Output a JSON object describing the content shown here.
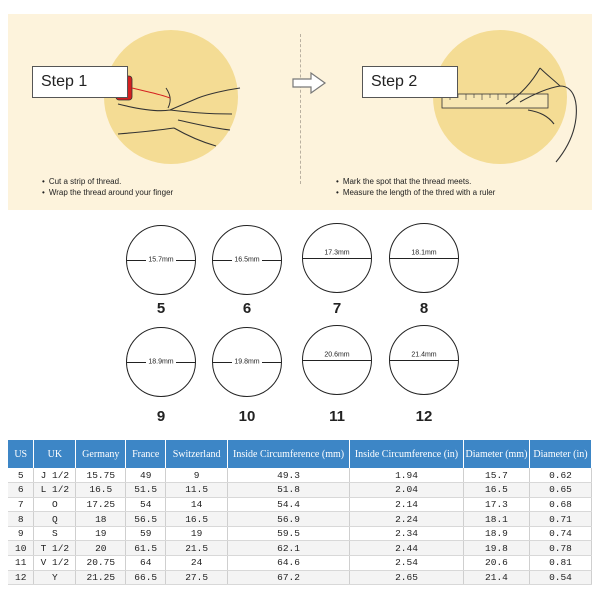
{
  "steps": {
    "step1": {
      "label": "Step 1",
      "bullets": [
        "Cut a strip of thread.",
        "Wrap the thread around your finger"
      ]
    },
    "step2": {
      "label": "Step 2",
      "bullets": [
        "Mark the spot that the thread meets.",
        "Measure the length of the thred with a ruler"
      ]
    },
    "icons": [
      "hand-with-thread-icon",
      "right-arrow-icon",
      "hand-with-ruler-icon"
    ]
  },
  "rings": [
    {
      "mm": "15.7mm",
      "size": "5"
    },
    {
      "mm": "16.5mm",
      "size": "6"
    },
    {
      "mm": "17.3mm",
      "size": "7"
    },
    {
      "mm": "18.1mm",
      "size": "8"
    },
    {
      "mm": "18.9mm",
      "size": "9"
    },
    {
      "mm": "19.8mm",
      "size": "10"
    },
    {
      "mm": "20.6mm",
      "size": "11"
    },
    {
      "mm": "21.4mm",
      "size": "12"
    }
  ],
  "table": {
    "headers": [
      "US",
      "UK",
      "Germany",
      "France",
      "Switzerland",
      "Inside Circumference (mm)",
      "Inside Circumference (in)",
      "Diameter (mm)",
      "Diameter (in)"
    ],
    "rows": [
      [
        "5",
        "J 1/2",
        "15.75",
        "49",
        "9",
        "49.3",
        "1.94",
        "15.7",
        "0.62"
      ],
      [
        "6",
        "L 1/2",
        "16.5",
        "51.5",
        "11.5",
        "51.8",
        "2.04",
        "16.5",
        "0.65"
      ],
      [
        "7",
        "O",
        "17.25",
        "54",
        "14",
        "54.4",
        "2.14",
        "17.3",
        "0.68"
      ],
      [
        "8",
        "Q",
        "18",
        "56.5",
        "16.5",
        "56.9",
        "2.24",
        "18.1",
        "0.71"
      ],
      [
        "9",
        "S",
        "19",
        "59",
        "19",
        "59.5",
        "2.34",
        "18.9",
        "0.74"
      ],
      [
        "10",
        "T 1/2",
        "20",
        "61.5",
        "21.5",
        "62.1",
        "2.44",
        "19.8",
        "0.78"
      ],
      [
        "11",
        "V 1/2",
        "20.75",
        "64",
        "24",
        "64.6",
        "2.54",
        "20.6",
        "0.81"
      ],
      [
        "12",
        "Y",
        "21.25",
        "66.5",
        "27.5",
        "67.2",
        "2.65",
        "21.4",
        "0.54"
      ]
    ]
  },
  "colors": {
    "band_background": "#fdf3dc",
    "circle_fill": "#f4dc94",
    "table_header": "#3d86c6",
    "thread_red": "#d42020"
  }
}
